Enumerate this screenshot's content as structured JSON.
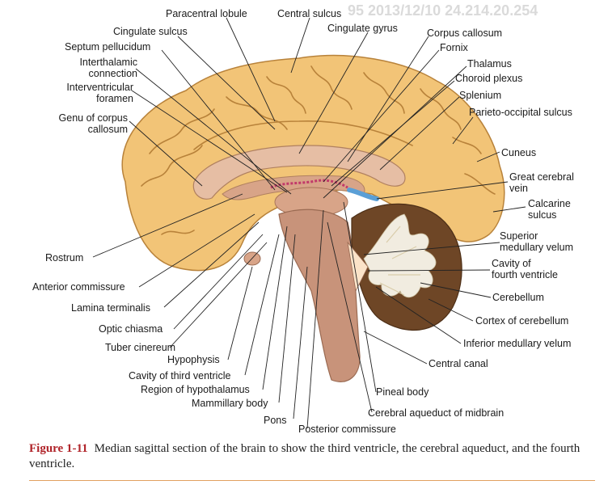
{
  "watermark": "95 2013/12/10 24.214.20.254",
  "labels": {
    "paracentral_lobule": "Paracentral lobule",
    "central_sulcus": "Central sulcus",
    "cingulate_sulcus": "Cingulate sulcus",
    "cingulate_gyrus": "Cingulate gyrus",
    "corpus_callosum": "Corpus callosum",
    "septum_pellucidum": "Septum pellucidum",
    "fornix": "Fornix",
    "interthalamic_connection": "Interthalamic\nconnection",
    "thalamus": "Thalamus",
    "choroid_plexus": "Choroid plexus",
    "interventricular_foramen": "Interventricular\nforamen",
    "splenium": "Splenium",
    "parieto_occipital_sulcus": "Parieto-occipital sulcus",
    "genu_of_corpus_callosum": "Genu of corpus\ncallosum",
    "cuneus": "Cuneus",
    "great_cerebral_vein": "Great cerebral\nvein",
    "calcarine_sulcus": "Calcarine\nsulcus",
    "superior_medullary_velum": "Superior\nmedullary velum",
    "rostrum": "Rostrum",
    "cavity_of_fourth_ventricle": "Cavity of\nfourth ventricle",
    "anterior_commissure": "Anterior commissure",
    "cerebellum": "Cerebellum",
    "lamina_terminalis": "Lamina terminalis",
    "cortex_of_cerebellum": "Cortex of cerebellum",
    "optic_chiasma": "Optic chiasma",
    "inferior_medullary_velum": "Inferior medullary velum",
    "tuber_cinereum": "Tuber cinereum",
    "central_canal": "Central canal",
    "hypophysis": "Hypophysis",
    "cavity_of_third_ventricle": "Cavity of third ventricle",
    "region_of_hypothalamus": "Region of hypothalamus",
    "pineal_body": "Pineal body",
    "mammillary_body": "Mammillary body",
    "cerebral_aqueduct_of_midbrain": "Cerebral aqueduct of midbrain",
    "pons": "Pons",
    "posterior_commissure": "Posterior commissure"
  },
  "caption": {
    "figure_number": "Figure 1-11",
    "text": "Median sagittal section of the brain to show the third ventricle, the cerebral aqueduct, and the fourth ventricle."
  },
  "colors": {
    "cortex": "#f2c477",
    "sulcus": "#b8823a",
    "corpus_callosum": "#e6bea4",
    "thalamus": "#d8a488",
    "brainstem": "#c8937a",
    "cerebellum_white": "#f1ece0",
    "cerebellum_dark": "#6e4626",
    "vein": "#5b9fd6",
    "choroid_plexus": "#c23a6a",
    "caption_accent": "#b0242a"
  }
}
